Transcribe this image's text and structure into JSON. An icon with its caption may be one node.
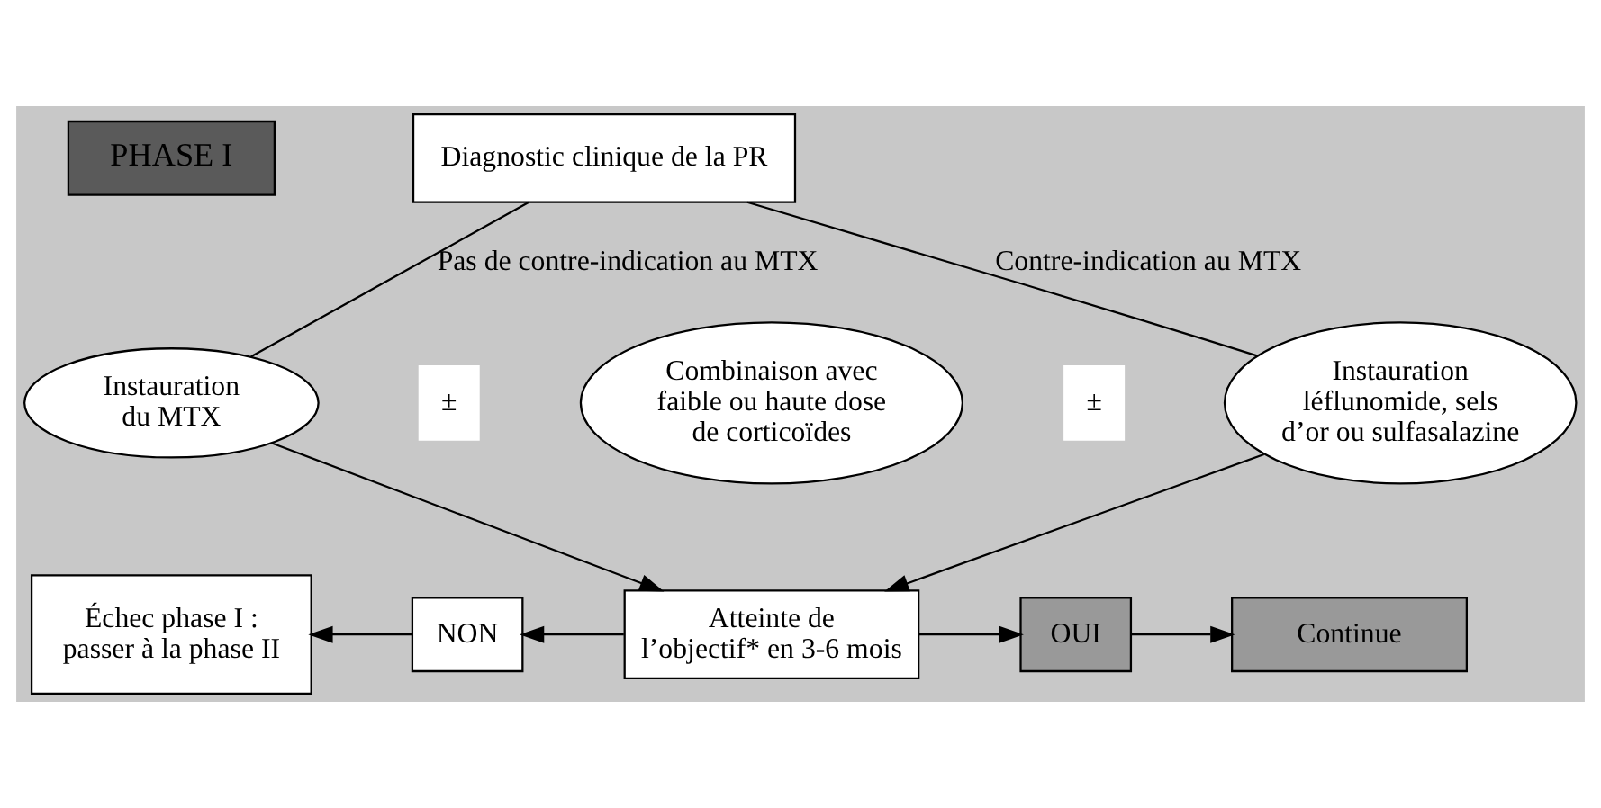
{
  "diagram": {
    "nodes": [
      {
        "text": [
          "PHASE I"
        ]
      },
      {
        "text": [
          "Diagnostic clinique de la PR"
        ]
      },
      {
        "text": [
          "Instauration du MTX"
        ]
      },
      {
        "text": [
          "±"
        ]
      },
      {
        "text": [
          "Combinaison avec faible ou haute dose de corticoïdes"
        ]
      },
      {
        "text": [
          "±"
        ]
      },
      {
        "text": [
          "Instauration léflunomide, sels d’or ou sulfasalazine"
        ]
      },
      {
        "text": [
          "Échec phase I : passer à la phase II"
        ]
      },
      {
        "text": [
          "NON"
        ]
      },
      {
        "text": [
          "Atteinte de l’objectif* en 3-6 mois"
        ]
      },
      {
        "text": [
          "OUI"
        ]
      },
      {
        "text": [
          "Continue"
        ]
      }
    ],
    "edges": [
      {
        "from": 1,
        "to": 2,
        "arrow": "none",
        "label": "Pas de contre-indication au MTX"
      },
      {
        "from": 1,
        "to": 6,
        "arrow": "none",
        "label": "Contre-indication au MTX"
      },
      {
        "from": 2,
        "to": 9,
        "arrow": "to"
      },
      {
        "from": 6,
        "to": 9,
        "arrow": "to"
      },
      {
        "from": 9,
        "to": 8,
        "arrow": "to"
      },
      {
        "from": 8,
        "to": 7,
        "arrow": "to"
      },
      {
        "from": 9,
        "to": 10,
        "arrow": "to"
      },
      {
        "from": 10,
        "to": 11,
        "arrow": "to"
      }
    ]
  }
}
